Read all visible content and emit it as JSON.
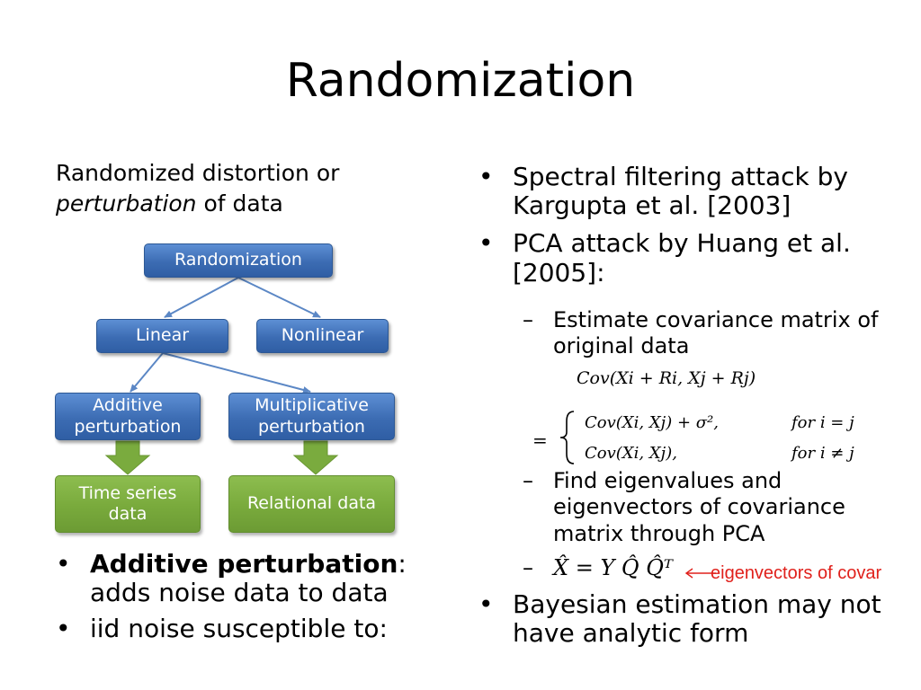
{
  "slide": {
    "title": "Randomization",
    "intro": {
      "line1": "Randomized distortion or",
      "line2_italic": "perturbation",
      "line2_rest": " of data"
    },
    "diagram": {
      "root": "Randomization",
      "linear": "Linear",
      "nonlinear": "Nonlinear",
      "additive_l1": "Additive",
      "additive_l2": "perturbation",
      "multiplicative_l1": "Multiplicative",
      "multiplicative_l2": "perturbation",
      "timeseries_l1": "Time series",
      "timeseries_l2": "data",
      "relational": "Relational data"
    },
    "left_bullets": {
      "b1_bold": "Additive perturbation",
      "b1_colon": ":",
      "b1_rest": "adds noise data to data",
      "b2": "iid noise susceptible to:"
    },
    "right_bullets": {
      "b1": "Spectral filtering attack by Kargupta et al. [2003]",
      "b2": "PCA attack by Huang et al. [2005]:",
      "sub1": "Estimate covariance matrix of original data",
      "formula_top": "Cov(Xi + Ri, Xj + Rj)",
      "formula_eq": "=",
      "formula_case1": "Cov(Xi, Xj) + σ²,",
      "formula_case1_cond": "for i = j",
      "formula_case2": "Cov(Xi, Xj),",
      "formula_case2_cond": "for i ≠ j",
      "sub2": "Find eigenvalues and eigenvectors of covariance matrix through PCA",
      "sub3_formula": "X̂ = Y Q̂ Q̂ᵀ",
      "annotation": "eigenvectors of covar",
      "b3": "Bayesian estimation may not have analytic form"
    },
    "colors": {
      "box_blue": "#3c6cb3",
      "box_green": "#79aa3c",
      "connector": "#5b87c5",
      "annotation_red": "#e0201b"
    }
  }
}
